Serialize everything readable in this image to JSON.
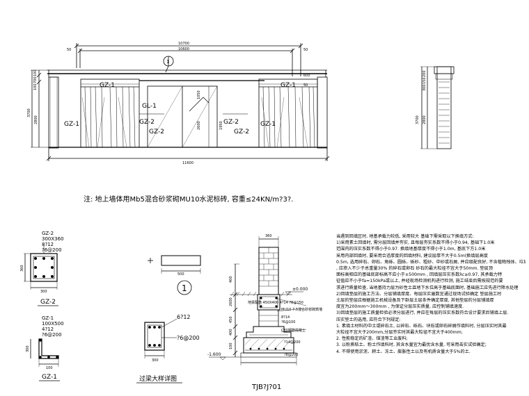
{
  "elevation": {
    "dims_top": [
      "10700",
      "10600"
    ],
    "dims_end": [
      "50",
      "50"
    ],
    "dims_right_small": [
      "600",
      "50"
    ],
    "dims_bottom": "11600",
    "heights_left": [
      "100",
      "700",
      "100"
    ],
    "heights_total": [
      "2800",
      "3700"
    ],
    "heights_mid": [
      "1050",
      "2600"
    ],
    "heights_mid2": "1950",
    "heights_side": [
      "3700",
      "2800",
      "200",
      "150",
      "300"
    ],
    "labels": {
      "gz1_a": "GZ-1",
      "gz1_b": "GZ-1",
      "gz1_c": "GZ-1",
      "gz1_d": "GZ-1",
      "gz2_a": "GZ-2",
      "gz2_b": "GZ-2",
      "gz2_c": "GZ-2",
      "gz2_d": "GZ-2",
      "gl1": "GL-1",
      "callout": "1"
    }
  },
  "note_main": "注: 地上墙体用Mb5混合砂浆砌MU10水泥标砖, 容重≤24KN/m?3?.",
  "gz2": {
    "name": "GZ-2",
    "size": "300X360",
    "main_bar": "8?12",
    "stirrup": "?6@200",
    "dim_side": "360",
    "dim_bottom": "300",
    "title": "GZ-2"
  },
  "gz1": {
    "name": "GZ-1",
    "size": "100X500",
    "main_bar": "4?12",
    "stirrup": "?6@200",
    "dim_side": "300",
    "dim_bottom": "100",
    "title": "GZ-1"
  },
  "beam_detail": {
    "dim": "500",
    "callout": "1",
    "bar_top": "6?12",
    "stirrup": "?6@200",
    "dim_bottom": "300",
    "title": "过梁大样详图"
  },
  "footing": {
    "dim_top": "360",
    "elev_zero": "±0.000",
    "elev_bottom": "-1.600",
    "dims_vert": [
      "400",
      "2600",
      "450",
      "400",
      "100"
    ],
    "beam_label": "地梁配筋 450X400 4?14  ?8@150",
    "mortar_label": "MU10-7.5混合砂浆砌筑墙",
    "bar_a": "8?14",
    "bar_b": "?6@100",
    "conc_label": "C30钢筋混凝土",
    "pad_bar": "?14@200",
    "pad_bar2": "?8@200",
    "title": "TJB?J?01"
  },
  "notes": [
    "当遇到回填区时, 地基承载力较低, 采用较大  基础下需采取以下换填方式:",
    "1)采用素土回填时, 需分层回填并夯实, 且每层夯实系数不得小于0.94, 基础下1.0米",
    "范围内的压实系数不得小于0.97. 换填地基厚度不得小于1.0m, 基底下方1.0米",
    "采用内部回填时, 要采用合适厚度的回填材料, 建议层厚不大于0.5m(换填层高度",
    "0.5m, 选用碎石、卵石、角砾、圆砾、砾砂、粗砂、中砂或石屑, 并应级配良好, 不含植物残体、垃圾等杂质, 当使用粉细砂或石粉时",
    ", 应掺入不少于总重量30% 的碎石或卵石  砂石的最大粒径不宜大于50mm. 垫层顶",
    "面标高相应的基础底部标高不应小于±500mm , 回填层压实系数λc≥0.97, 其承载力特",
    "征值应不小于fa=150kPa或以上, 并经现场检测机构进行检测, 施工结束后需按规范的要",
    "求进行质量检查, 当地基持力层为砂性土且地下水位高于基础底面时, 基础施工应先进行降水处理",
    "2)回填垫层的施工方法、分层铺填厚度、每层压实遍数宜通过现场试验确定  垫层施工时",
    "土层的垫层应根据施工机械设备及下卧层土层条件确定厚度, 其他垫层的分层铺填厚",
    "度宜为200mm～300mm  , 为保证分层压实质量, 应控制铺填速度.",
    "3)回填垫层的施工质量检验必须分层进行, 并应在每层的压实系数符合设计要求后铺填上层.",
    "压实垫土的选用, 应符合下列规定:",
    "1. 素填土材料的中土或碎石土, 以碎石、砾石、块石或卵石碎屑作填料时, 分层压实时其最",
    "大粒径不宜大于200mm,分层夯实时其最大粒径不宜大于400mm;",
    "2. 性能稳定的矿渣、煤渣等工业废料;",
    "3. 以粉质粘土、粉土作填料时, 其含水量宜为最优含水量, 可采用击实试验确定;",
    "4. 不得使用淤泥、耕土、冻土、膨胀性土以及有机质含量大于5%的土."
  ]
}
